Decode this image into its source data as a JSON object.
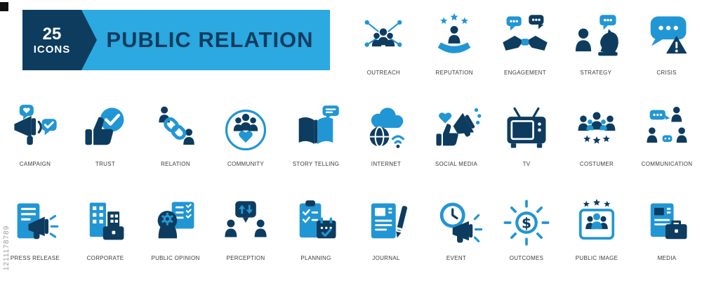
{
  "watermark": "1211178789",
  "badge": {
    "count": "25",
    "label": "ICONS"
  },
  "title": "PUBLIC RELATION",
  "colors": {
    "navy": "#0d3c5f",
    "blue": "#2196d4",
    "banner": "#2ba9e0"
  },
  "icon_rows": [
    {
      "items": [
        {
          "label": "OUTREACH",
          "icon": "people-network-icon"
        },
        {
          "label": "REPUTATION",
          "icon": "person-stars-hand-icon"
        },
        {
          "label": "ENGAGEMENT",
          "icon": "handshake-bubbles-icon"
        },
        {
          "label": "STRATEGY",
          "icon": "person-chess-knight-icon"
        },
        {
          "label": "CRISIS",
          "icon": "warning-bubble-icon"
        }
      ]
    },
    {
      "items": [
        {
          "label": "CAMPAIGN",
          "icon": "megaphone-reactions-icon"
        },
        {
          "label": "TRUST",
          "icon": "thumbs-up-check-icon"
        },
        {
          "label": "RELATION",
          "icon": "people-chain-link-icon"
        },
        {
          "label": "COMMUNITY",
          "icon": "people-circle-heart-icon"
        },
        {
          "label": "STORY TELLING",
          "icon": "open-book-bubble-icon"
        },
        {
          "label": "INTERNET",
          "icon": "globe-cloud-wifi-icon"
        },
        {
          "label": "SOCIAL MEDIA",
          "icon": "megaphone-like-heart-icon"
        },
        {
          "label": "TV",
          "icon": "television-icon"
        },
        {
          "label": "COSTUMER",
          "icon": "people-group-stars-icon"
        },
        {
          "label": "COMMUNICATION",
          "icon": "people-chat-bubbles-icon"
        }
      ]
    },
    {
      "items": [
        {
          "label": "PRESS RELEASE",
          "icon": "newspaper-megaphone-icon"
        },
        {
          "label": "CORPORATE",
          "icon": "buildings-briefcase-icon"
        },
        {
          "label": "PUBLIC OPINION",
          "icon": "head-gear-checklist-icon"
        },
        {
          "label": "PERCEPTION",
          "icon": "people-arrows-bubble-icon"
        },
        {
          "label": "PLANNING",
          "icon": "checklist-calendar-icon"
        },
        {
          "label": "JOURNAL",
          "icon": "newspaper-pen-icon"
        },
        {
          "label": "EVENT",
          "icon": "clock-megaphone-icon"
        },
        {
          "label": "OUTCOMES",
          "icon": "dollar-coin-burst-icon"
        },
        {
          "label": "PUBLIC IMAGE",
          "icon": "framed-people-stars-icon"
        },
        {
          "label": "MEDIA",
          "icon": "document-briefcase-icon"
        }
      ]
    }
  ]
}
